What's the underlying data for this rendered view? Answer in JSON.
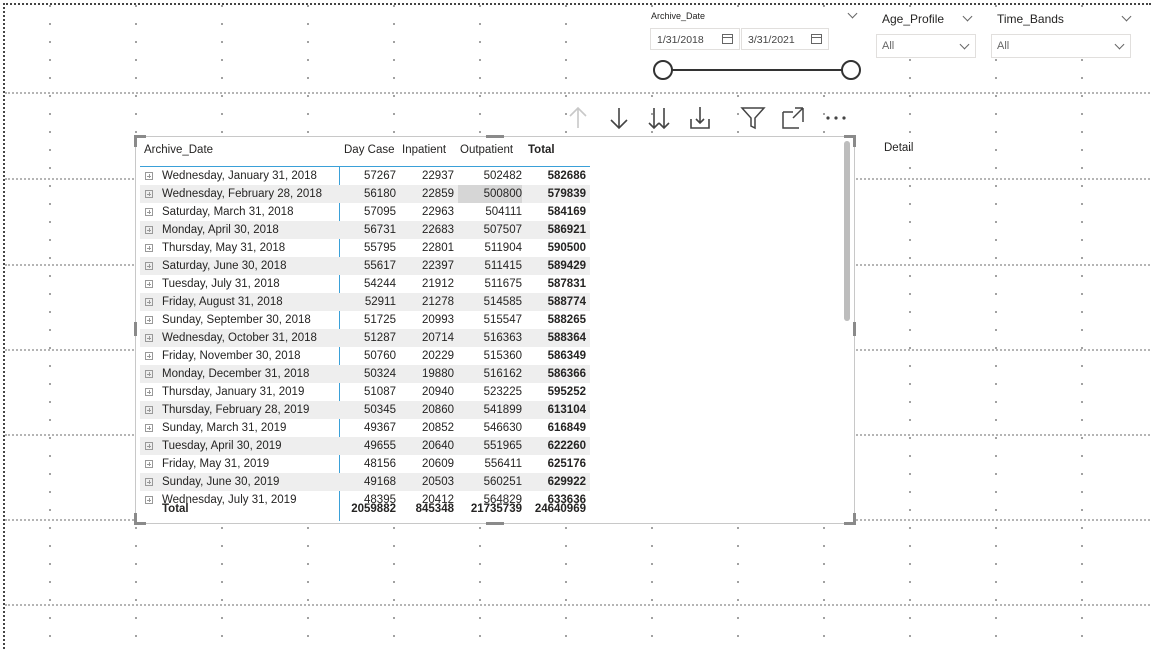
{
  "archive_slicer": {
    "title": "Archive_Date",
    "start_date": "1/31/2018",
    "end_date": "3/31/2021"
  },
  "age_slicer": {
    "title": "Age_Profile",
    "value": "All"
  },
  "time_slicer": {
    "title": "Time_Bands",
    "value": "All"
  },
  "toolbar": {
    "icons": [
      "up-arrow-icon",
      "down-arrow-icon",
      "double-down-arrow-icon",
      "expand-hierarchy-icon",
      "filter-icon",
      "focus-mode-icon",
      "more-options-icon"
    ]
  },
  "matrix": {
    "headers": [
      "Archive_Date",
      "Day Case",
      "Inpatient",
      "Outpatient",
      "Total"
    ],
    "rows": [
      {
        "date": "Wednesday, January 31, 2018",
        "day_case": "57267",
        "inpatient": "22937",
        "outpatient": "502482",
        "total": "582686"
      },
      {
        "date": "Wednesday, February 28, 2018",
        "day_case": "56180",
        "inpatient": "22859",
        "outpatient": "500800",
        "total": "579839"
      },
      {
        "date": "Saturday, March 31, 2018",
        "day_case": "57095",
        "inpatient": "22963",
        "outpatient": "504111",
        "total": "584169"
      },
      {
        "date": "Monday, April 30, 2018",
        "day_case": "56731",
        "inpatient": "22683",
        "outpatient": "507507",
        "total": "586921"
      },
      {
        "date": "Thursday, May 31, 2018",
        "day_case": "55795",
        "inpatient": "22801",
        "outpatient": "511904",
        "total": "590500"
      },
      {
        "date": "Saturday, June 30, 2018",
        "day_case": "55617",
        "inpatient": "22397",
        "outpatient": "511415",
        "total": "589429"
      },
      {
        "date": "Tuesday, July 31, 2018",
        "day_case": "54244",
        "inpatient": "21912",
        "outpatient": "511675",
        "total": "587831"
      },
      {
        "date": "Friday, August 31, 2018",
        "day_case": "52911",
        "inpatient": "21278",
        "outpatient": "514585",
        "total": "588774"
      },
      {
        "date": "Sunday, September 30, 2018",
        "day_case": "51725",
        "inpatient": "20993",
        "outpatient": "515547",
        "total": "588265"
      },
      {
        "date": "Wednesday, October 31, 2018",
        "day_case": "51287",
        "inpatient": "20714",
        "outpatient": "516363",
        "total": "588364"
      },
      {
        "date": "Friday, November 30, 2018",
        "day_case": "50760",
        "inpatient": "20229",
        "outpatient": "515360",
        "total": "586349"
      },
      {
        "date": "Monday, December 31, 2018",
        "day_case": "50324",
        "inpatient": "19880",
        "outpatient": "516162",
        "total": "586366"
      },
      {
        "date": "Thursday, January 31, 2019",
        "day_case": "51087",
        "inpatient": "20940",
        "outpatient": "523225",
        "total": "595252"
      },
      {
        "date": "Thursday, February 28, 2019",
        "day_case": "50345",
        "inpatient": "20860",
        "outpatient": "541899",
        "total": "613104"
      },
      {
        "date": "Sunday, March 31, 2019",
        "day_case": "49367",
        "inpatient": "20852",
        "outpatient": "546630",
        "total": "616849"
      },
      {
        "date": "Tuesday, April 30, 2019",
        "day_case": "49655",
        "inpatient": "20640",
        "outpatient": "551965",
        "total": "622260"
      },
      {
        "date": "Friday, May 31, 2019",
        "day_case": "48156",
        "inpatient": "20609",
        "outpatient": "556411",
        "total": "625176"
      },
      {
        "date": "Sunday, June 30, 2019",
        "day_case": "49168",
        "inpatient": "20503",
        "outpatient": "560251",
        "total": "629922"
      },
      {
        "date": "Wednesday, July 31, 2019",
        "day_case": "48395",
        "inpatient": "20412",
        "outpatient": "564829",
        "total": "633636"
      }
    ],
    "totals": {
      "label": "Total",
      "day_case": "2059882",
      "inpatient": "845348",
      "outpatient": "21735739",
      "total": "24640969"
    }
  },
  "detail_label": "Detail"
}
